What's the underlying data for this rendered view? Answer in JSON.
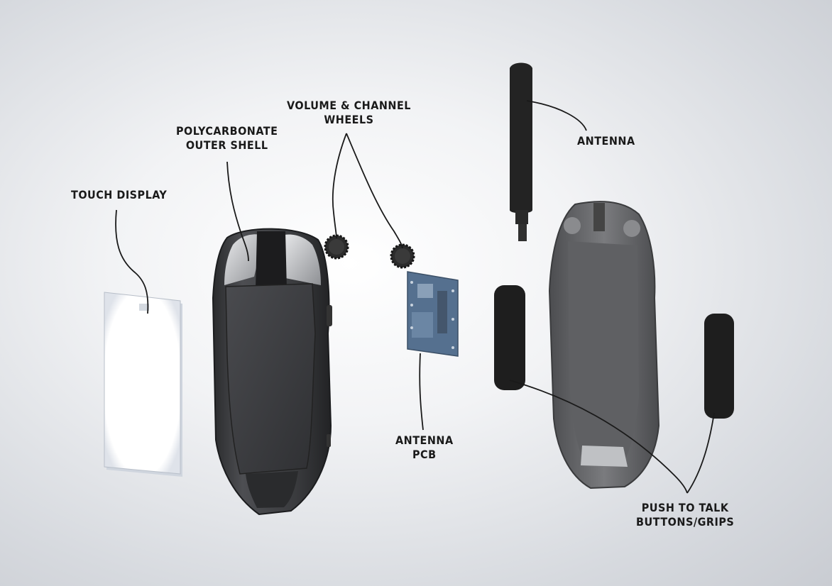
{
  "labels": {
    "touch_display": "TOUCH DISPLAY",
    "shell": {
      "line1": "POLYCARBONATE",
      "line2": "OUTER SHELL"
    },
    "wheels": {
      "line1": "VOLUME & CHANNEL",
      "line2": "WHEELS"
    },
    "antenna": "ANTENNA",
    "pcb": {
      "line1": "ANTENNA",
      "line2": "PCB"
    },
    "ptt": {
      "line1": "PUSH TO TALK",
      "line2": "BUTTONS/GRIPS"
    }
  },
  "colors": {
    "leader_line": "#1a1a1a",
    "shell": "#3c3d40",
    "display_glow": "#ffffff",
    "pcb": "#5f7590",
    "foam": "#1e1e1e",
    "back_housing": "#6a6b6e"
  }
}
